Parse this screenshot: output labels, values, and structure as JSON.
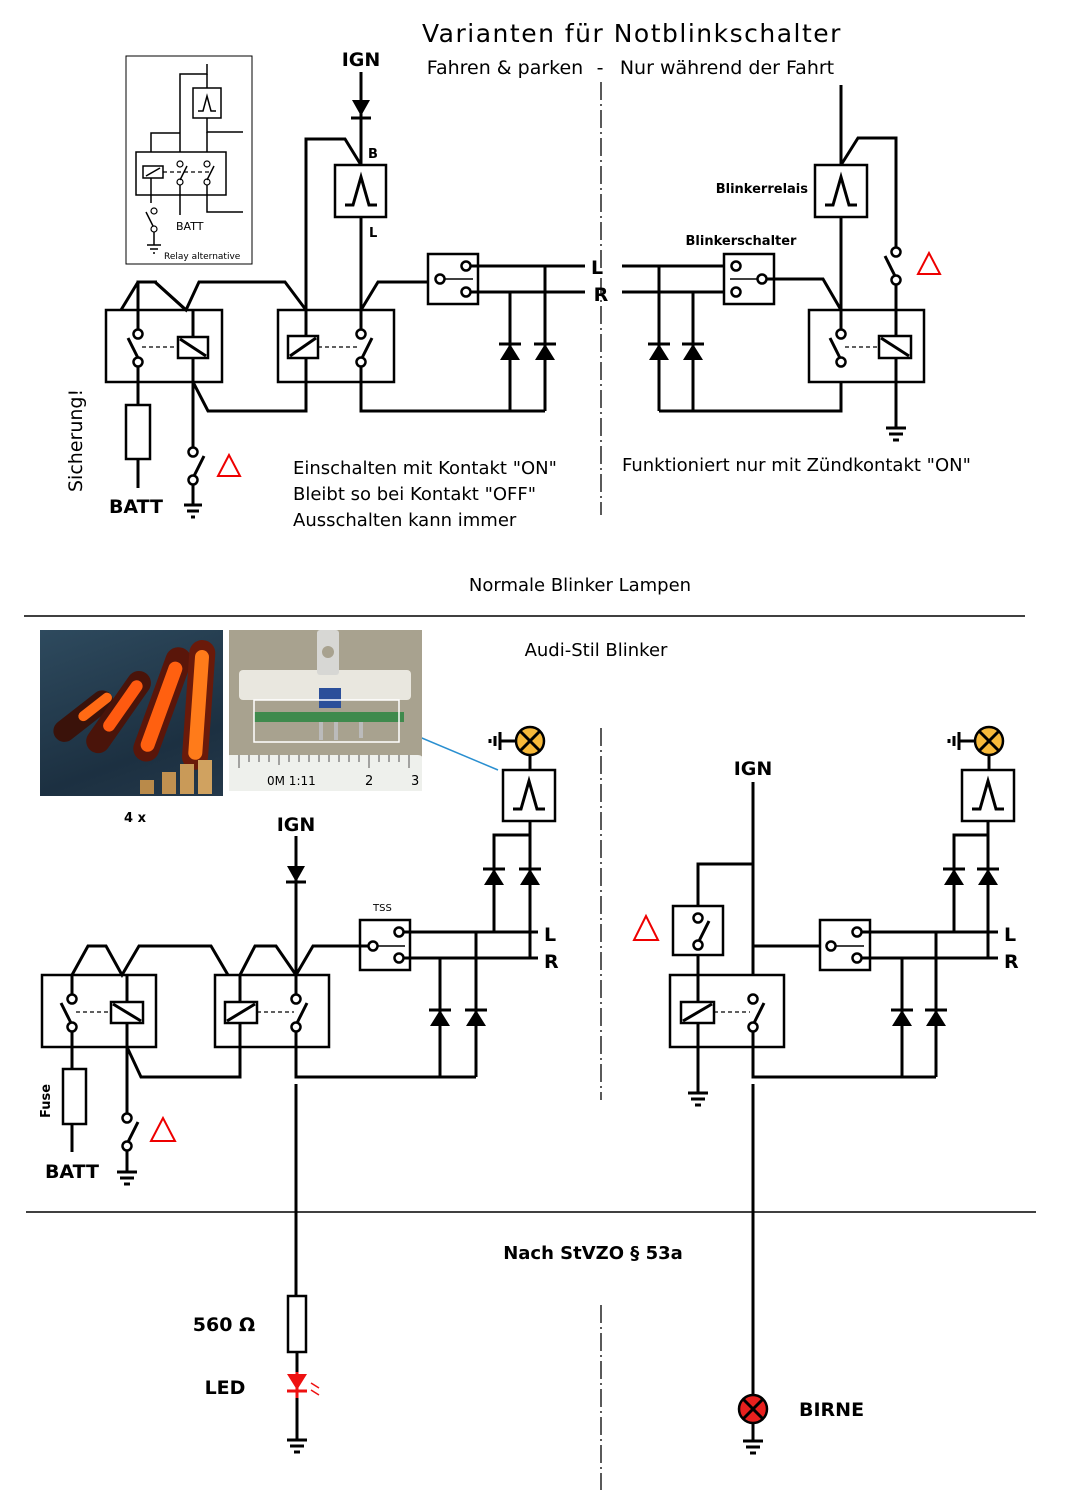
{
  "title": "Varianten für Notblinkschalter",
  "subtitle_left": "Fahren & parken",
  "subtitle_sep": "-",
  "subtitle_right": "Nur während der Fahrt",
  "inset": {
    "caption": "Relay alternative",
    "batt_label": "BATT"
  },
  "top_left": {
    "ign_label": "IGN",
    "pin_b": "B",
    "pin_l": "L",
    "fuse_label": "Sicherung!",
    "batt_label": "BATT",
    "notes": [
      "Einschalten mit Kontakt \"ON\"",
      "Bleibt so bei Kontakt \"OFF\"",
      "Ausschalten kann immer"
    ]
  },
  "top_right": {
    "flasher_label": "Blinkerrelais",
    "switch_label": "Blinkerschalter",
    "note": "Funktioniert nur mit Zündkontakt \"ON\""
  },
  "line_labels": {
    "left": "L",
    "right": "R"
  },
  "section_normal": "Normale Blinker Lampen",
  "section_audi": "Audi-Stil Blinker",
  "photos": {
    "leds_caption": "4 x",
    "ruler_text": "0M 1:11",
    "ruler_marks": [
      "2",
      "3"
    ]
  },
  "bottom_left": {
    "ign_label": "IGN",
    "tss_label": "TSS",
    "fuse_label": "Fuse",
    "batt_label": "BATT"
  },
  "bottom_right": {
    "ign_label": "IGN"
  },
  "section_stvzo": "Nach StVZO § 53a",
  "stvzo": {
    "resistor_label": "560 Ω",
    "led_label": "LED",
    "bulb_label": "BIRNE"
  },
  "colors": {
    "warning": "#e00000",
    "lamp_amber": "#f7b93a",
    "bulb_red": "#e8201e",
    "led_red": "#ee1111",
    "pointer_blue": "#2a8fd0"
  }
}
